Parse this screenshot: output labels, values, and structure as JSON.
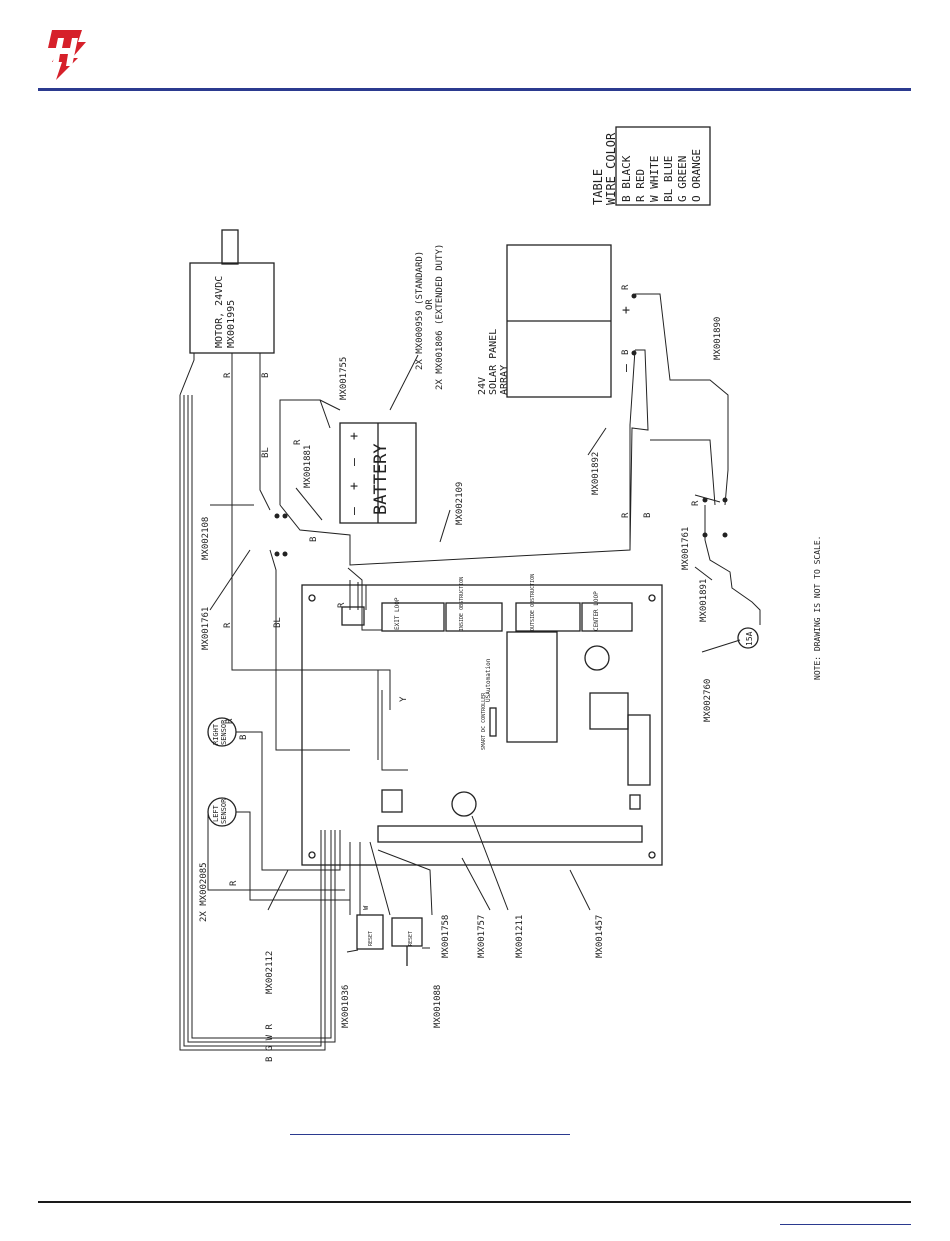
{
  "colors": {
    "brand_red": "#d6202a",
    "rule_blue": "#2b3a8f",
    "line": "#222222"
  },
  "wire_color_table": {
    "title_1": "TABLE",
    "title_2": "WIRE COLOR",
    "rows": [
      "B  BLACK",
      "R  RED",
      "W  WHITE",
      "BL BLUE",
      "G  GREEN",
      "O  ORANGE"
    ]
  },
  "motor": {
    "line1": "MOTOR, 24VDC",
    "line2": "MX001995"
  },
  "battery": {
    "label": "BATTERY",
    "note_line1": "2X MX000959 (STANDARD)",
    "note_or": "OR",
    "note_line2": "2X  MX001806 (EXTENDED DUTY)"
  },
  "solar": {
    "line1": "24V",
    "line2": "SOLAR PANEL",
    "line3": "ARRAY"
  },
  "board": {
    "loops": [
      "EXIT LOOP",
      "INSIDE OBSTRUCTION",
      "OUTSIDE OBSTRUCTION",
      "CENTER LOOP"
    ],
    "controller": "SMART DC CONTROLLER",
    "brand": "USAutomation"
  },
  "sensors": {
    "right_1": "RIGHT",
    "right_2": "SENSOR",
    "left_1": "LEFT",
    "left_2": "SENSOR"
  },
  "fuse": "15A",
  "reset": "RESET",
  "parts": {
    "p_1755": "MX001755",
    "p_1881": "MX001881",
    "p_2109": "MX002109",
    "p_2108": "MX002108",
    "p_1761a": "MX001761",
    "p_1761b": "MX001761",
    "p_1892": "MX001892",
    "p_1890": "MX001890",
    "p_1891": "MX001891",
    "p_2760": "MX002760",
    "p_2085": "2X MX002085",
    "p_2112": "MX002112",
    "p_1036": "MX001036",
    "p_1088": "MX001088",
    "p_1758": "MX001758",
    "p_1757": "MX001757",
    "p_1211": "MX001211",
    "p_1457": "MX001457"
  },
  "wires": {
    "r": "R",
    "b": "B",
    "bl": "BL",
    "w": "W",
    "y": "Y",
    "plus": "+",
    "minus": "–",
    "bgwr": "B G W R"
  },
  "note": "NOTE: DRAWING IS NOT TO SCALE."
}
